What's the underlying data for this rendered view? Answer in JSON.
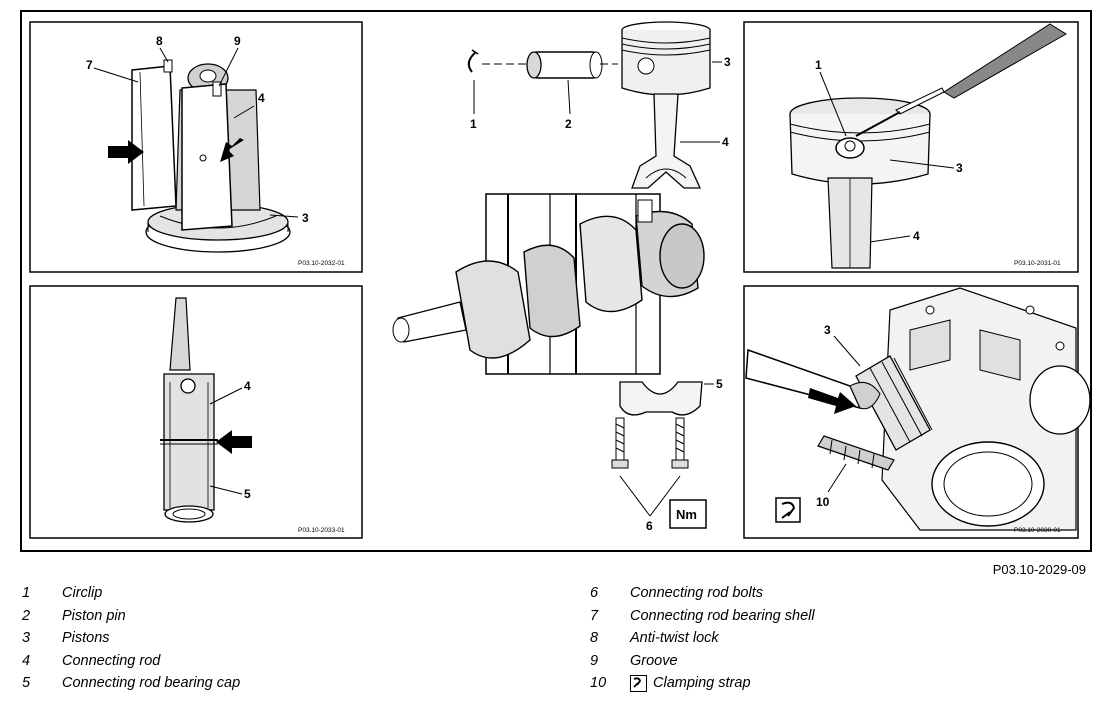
{
  "figure_code": "P03.10-2029-09",
  "panels": {
    "top_left": {
      "code": "P03.10-2032-01",
      "callouts": [
        "7",
        "8",
        "9",
        "4",
        "3"
      ]
    },
    "bottom_left": {
      "code": "P03.10-2033-01",
      "callouts": [
        "4",
        "5"
      ]
    },
    "center": {
      "callouts": [
        "1",
        "2",
        "3",
        "4",
        "5",
        "6"
      ],
      "torque_box": "Nm"
    },
    "top_right": {
      "code": "P03.10-2031-01",
      "callouts": [
        "1",
        "3",
        "4"
      ]
    },
    "bottom_right": {
      "code": "P03.10-2030-01",
      "callouts": [
        "3",
        "10"
      ]
    }
  },
  "legend_left": [
    {
      "num": "1",
      "label": "Circlip"
    },
    {
      "num": "2",
      "label": "Piston pin"
    },
    {
      "num": "3",
      "label": "Pistons"
    },
    {
      "num": "4",
      "label": "Connecting rod"
    },
    {
      "num": "5",
      "label": "Connecting rod bearing cap"
    }
  ],
  "legend_right": [
    {
      "num": "6",
      "label": "Connecting rod bolts"
    },
    {
      "num": "7",
      "label": "Connecting rod bearing shell"
    },
    {
      "num": "8",
      "label": "Anti-twist lock"
    },
    {
      "num": "9",
      "label": "Groove"
    },
    {
      "num": "10",
      "label": "Clamping strap",
      "icon": "special-tool-icon"
    }
  ]
}
